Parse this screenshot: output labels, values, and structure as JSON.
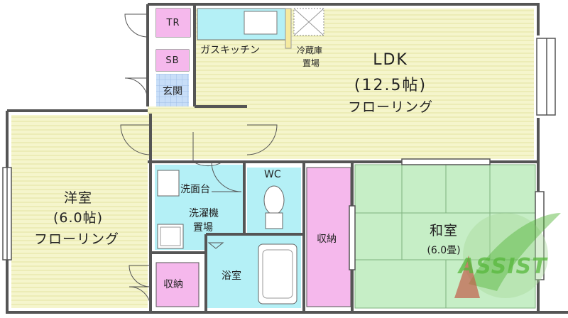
{
  "rooms": {
    "ldk": {
      "name": "LDK",
      "size": "(12.5帖)",
      "floor": "フローリング"
    },
    "youshitsu": {
      "name": "洋室",
      "size": "(6.0帖)",
      "floor": "フローリング"
    },
    "washitsu": {
      "name": "和室",
      "size": "(6.0畳)"
    },
    "kitchen": "ガスキッチン",
    "fridge": [
      "冷蔵庫",
      "置場"
    ],
    "tr": "TR",
    "sb": "SB",
    "genkan": "玄関",
    "senmendai": "洗面台",
    "sentakuki": [
      "洗濯機",
      "置場"
    ],
    "wc": "WC",
    "yokushitsu": "浴室",
    "shuno_center": "収納",
    "shuno_left": "収納"
  },
  "logo": {
    "text": "ASSIST"
  },
  "colors": {
    "flooring": "#f5f5cc",
    "tatami": "#c6eec6",
    "wet_area": "#b4f0f6",
    "storage": "#f5b8ec",
    "wall": "#555555",
    "logo": "#57b83c"
  }
}
